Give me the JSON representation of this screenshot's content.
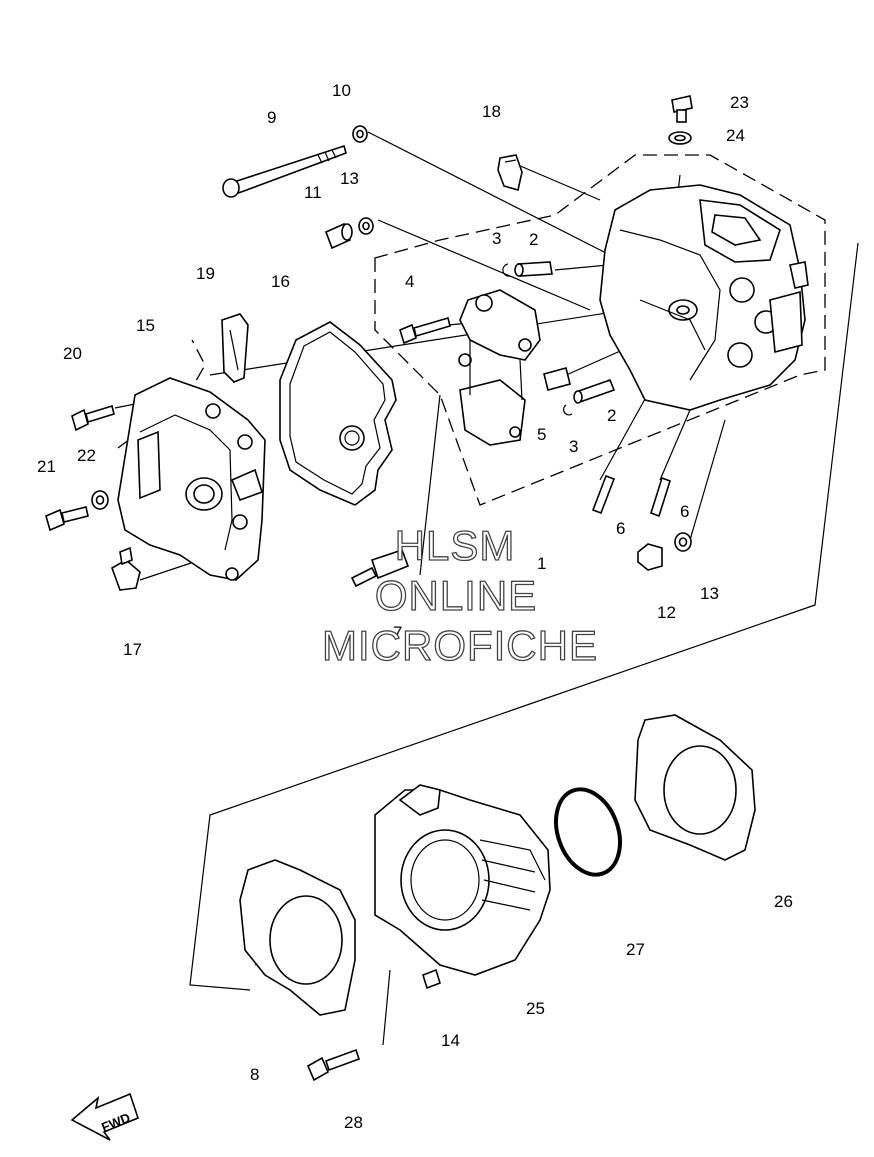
{
  "watermark": {
    "line1": "HLSM",
    "line2": "ONLINE",
    "line3": "MICROFICHE"
  },
  "direction_marker": "FWD",
  "callouts": [
    "1",
    "2",
    "2",
    "3",
    "3",
    "4",
    "5",
    "6",
    "6",
    "7",
    "8",
    "9",
    "10",
    "11",
    "12",
    "13",
    "13",
    "14",
    "15",
    "16",
    "17",
    "18",
    "19",
    "20",
    "21",
    "22",
    "23",
    "24",
    "25",
    "26",
    "27",
    "28"
  ]
}
